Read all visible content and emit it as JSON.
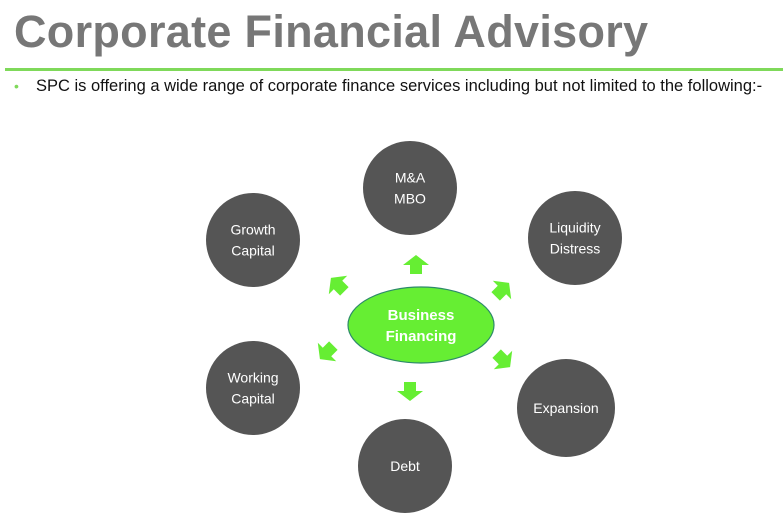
{
  "title": "Corporate Financial Advisory",
  "bullet": "SPC is offering a wide range of corporate finance services including but not limited to the following:-",
  "diagram": {
    "center": [
      "Business",
      "Financing"
    ],
    "nodes": [
      {
        "lines": [
          "M&A",
          "MBO"
        ]
      },
      {
        "lines": [
          "Liquidity",
          "Distress"
        ]
      },
      {
        "lines": [
          "Expansion"
        ]
      },
      {
        "lines": [
          "Debt"
        ]
      },
      {
        "lines": [
          "Working",
          "Capital"
        ]
      },
      {
        "lines": [
          "Growth",
          "Capital"
        ]
      }
    ],
    "colors": {
      "accent": "#66ee33",
      "node": "#555555",
      "title": "#777777"
    }
  }
}
